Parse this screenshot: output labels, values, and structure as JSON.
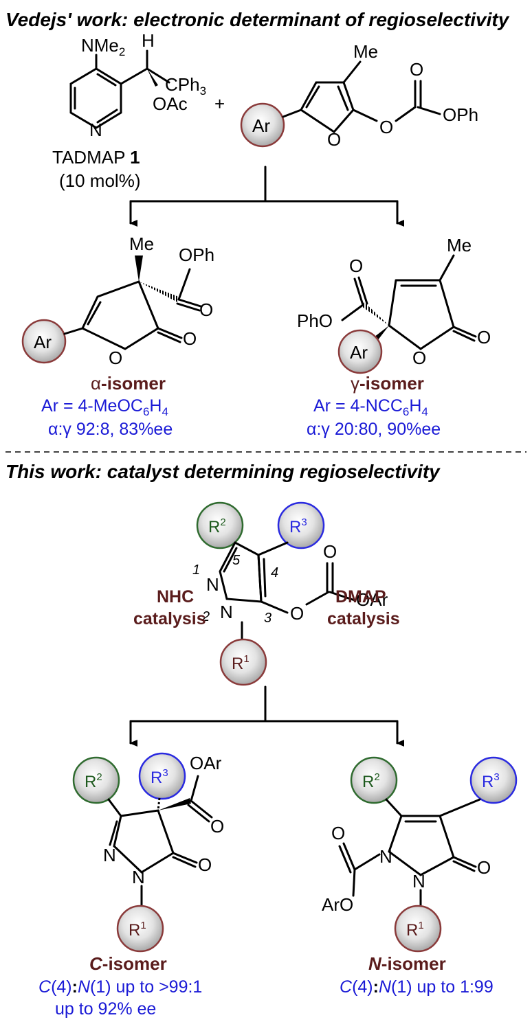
{
  "colors": {
    "brown": "#5a1c1c",
    "blue": "#1a1ad6",
    "green": "#1e5a1e",
    "ring_brown": "#8a3a3a",
    "ring_blue": "#2a2ae0",
    "ring_green": "#2f6b2f"
  },
  "top": {
    "header": "Vedejs' work: electronic determinant of regioselectivity",
    "catalyst": {
      "nme2_main": "NMe",
      "nme2_sub": "2",
      "h": "H",
      "cph3_main": "CPh",
      "cph3_sub": "3",
      "oac": "OAc",
      "n": "N",
      "name_main": "TADMAP ",
      "name_num": "1",
      "loading": "(10 mol%)"
    },
    "plus": "+",
    "substrate": {
      "ar": "Ar",
      "me": "Me",
      "o_top": "O",
      "o_ring": "O",
      "o_link": "O",
      "oph": "OPh"
    },
    "alpha": {
      "me": "Me",
      "oph": "OPh",
      "o_carbonyl": "O",
      "o_ring": "O",
      "o_lactone": "O",
      "ar": "Ar",
      "label_greek": "α",
      "label_rest": "-isomer",
      "ar_line_main": "Ar = 4-MeOC",
      "ar_line_sub1": "6",
      "ar_line_mid": "H",
      "ar_line_sub2": "4",
      "ratio": "α:γ 92:8, 83%ee"
    },
    "gamma": {
      "me": "Me",
      "pho": "PhO",
      "o_carbonyl": "O",
      "o_ring": "O",
      "o_lactone": "O",
      "ar": "Ar",
      "label_greek": "γ",
      "label_rest": "-isomer",
      "ar_line_main": "Ar = 4-NCC",
      "ar_line_sub1": "6",
      "ar_line_mid": "H",
      "ar_line_sub2": "4",
      "ratio": "α:γ 20:80, 90%ee"
    }
  },
  "bottom": {
    "header": "This work: catalyst determining regioselectivity",
    "substrate": {
      "r2": "R",
      "r2_sup": "2",
      "r3": "R",
      "r3_sup": "3",
      "r1": "R",
      "r1_sup": "1",
      "n1": "N",
      "n2": "N",
      "pos1": "1",
      "pos2": "2",
      "pos3": "3",
      "pos4": "4",
      "pos5": "5",
      "o_link": "O",
      "o_top": "O",
      "oar": "OAr"
    },
    "left_catalysis": {
      "line1": "NHC",
      "line2": "catalysis"
    },
    "right_catalysis": {
      "line1": "DMAP",
      "line2": "catalysis"
    },
    "c_isomer": {
      "r2": "R",
      "r2_sup": "2",
      "r3": "R",
      "r3_sup": "3",
      "r1": "R",
      "r1_sup": "1",
      "oar": "OAr",
      "o_carbonyl": "O",
      "o_ring": "O",
      "n_a": "N",
      "n_b": "N",
      "label_italic": "C",
      "label_rest": "-isomer",
      "sel_c": "C",
      "sel_c_rest": "(4)",
      "sel_colon": ":",
      "sel_n": "N",
      "sel_n_rest": "(1) up to >99:1",
      "ee": "up to 92% ee"
    },
    "n_isomer": {
      "r2": "R",
      "r2_sup": "2",
      "r3": "R",
      "r3_sup": "3",
      "r1": "R",
      "r1_sup": "1",
      "aro": "ArO",
      "o_carbonyl": "O",
      "o_ring": "O",
      "n_a": "N",
      "n_b": "N",
      "label_italic": "N",
      "label_rest": "-isomer",
      "sel_c": "C",
      "sel_c_rest": "(4)",
      "sel_colon": ":",
      "sel_n": "N",
      "sel_n_rest": "(1) up to 1:99"
    }
  }
}
